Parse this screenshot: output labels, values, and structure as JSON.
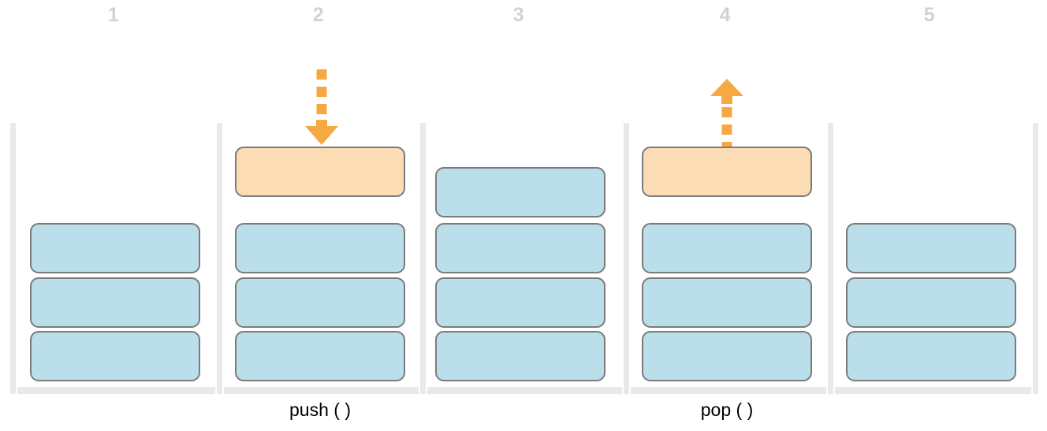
{
  "diagram": {
    "type": "stack-push-pop-illustration",
    "columns": [
      {
        "index": "1",
        "blue_blocks": 3,
        "has_floating_block": false,
        "arrow": "",
        "label": ""
      },
      {
        "index": "2",
        "blue_blocks": 3,
        "has_floating_block": true,
        "arrow": "down",
        "label": "push ( )"
      },
      {
        "index": "3",
        "blue_blocks": 4,
        "has_floating_block": false,
        "arrow": "",
        "label": ""
      },
      {
        "index": "4",
        "blue_blocks": 3,
        "has_floating_block": true,
        "arrow": "up",
        "label": "pop ( )"
      },
      {
        "index": "5",
        "blue_blocks": 3,
        "has_floating_block": false,
        "arrow": "",
        "label": ""
      }
    ],
    "colors": {
      "block_fill": "#BBDFEA",
      "active_block_fill": "#FCDCB4",
      "block_border": "#7B7B7B",
      "container_rail": "#E9E9E9",
      "arrow": "#F6A843",
      "index_text": "#D2D2D2",
      "label_text": "#000000"
    }
  }
}
